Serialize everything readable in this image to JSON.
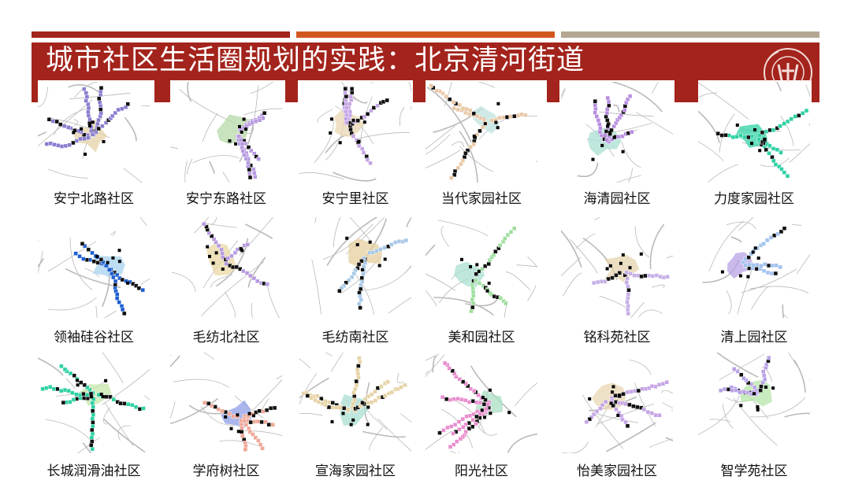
{
  "slide": {
    "title": "城市社区生活圈规划的实践：北京清河街道",
    "logo_icon": "university-seal-icon",
    "colors": {
      "title_band": "#a3241c",
      "bar_red": "#a3241c",
      "bar_orange": "#d2571f",
      "bar_tan": "#b4a792"
    }
  },
  "communities": [
    {
      "name": "安宁北路社区",
      "color": "#8b7fcf",
      "accent": "#e6d3a6"
    },
    {
      "name": "安宁东路社区",
      "color": "#b79be0",
      "accent": "#b6d9a8"
    },
    {
      "name": "安宁里社区",
      "color": "#c6a6e6",
      "accent": "#ead7b2"
    },
    {
      "name": "当代家园社区",
      "color": "#e9c9a8",
      "accent": "#bfe3df"
    },
    {
      "name": "海清园社区",
      "color": "#b88fe0",
      "accent": "#a9dfd3"
    },
    {
      "name": "力度家园社区",
      "color": "#2fd1a4",
      "accent": "#2fd1a4"
    },
    {
      "name": "领袖硅谷社区",
      "color": "#1f5fd1",
      "accent": "#a7d3ee"
    },
    {
      "name": "毛纺北社区",
      "color": "#b79be0",
      "accent": "#ead7a2"
    },
    {
      "name": "毛纺南社区",
      "color": "#a9c9e6",
      "accent": "#e6cf9e"
    },
    {
      "name": "美和园社区",
      "color": "#9fdf9f",
      "accent": "#a9dfd3"
    },
    {
      "name": "铭科苑社区",
      "color": "#c6b1e6",
      "accent": "#e6d3ae"
    },
    {
      "name": "清上园社区",
      "color": "#a3c3ee",
      "accent": "#b8a3e6"
    },
    {
      "name": "长城润滑油社区",
      "color": "#2fd1a4",
      "accent": "#c6e6a8"
    },
    {
      "name": "学府树社区",
      "color": "#f0a898",
      "accent": "#8f9fe6"
    },
    {
      "name": "宣海家园社区",
      "color": "#e6d3a6",
      "accent": "#a9dfd3"
    },
    {
      "name": "阳光社区",
      "color": "#e88fcf",
      "accent": "#a9dfc3"
    },
    {
      "name": "怡美家园社区",
      "color": "#c6a6e6",
      "accent": "#ead7b2"
    },
    {
      "name": "智学苑社区",
      "color": "#b8a3e6",
      "accent": "#b6e6a8"
    }
  ]
}
